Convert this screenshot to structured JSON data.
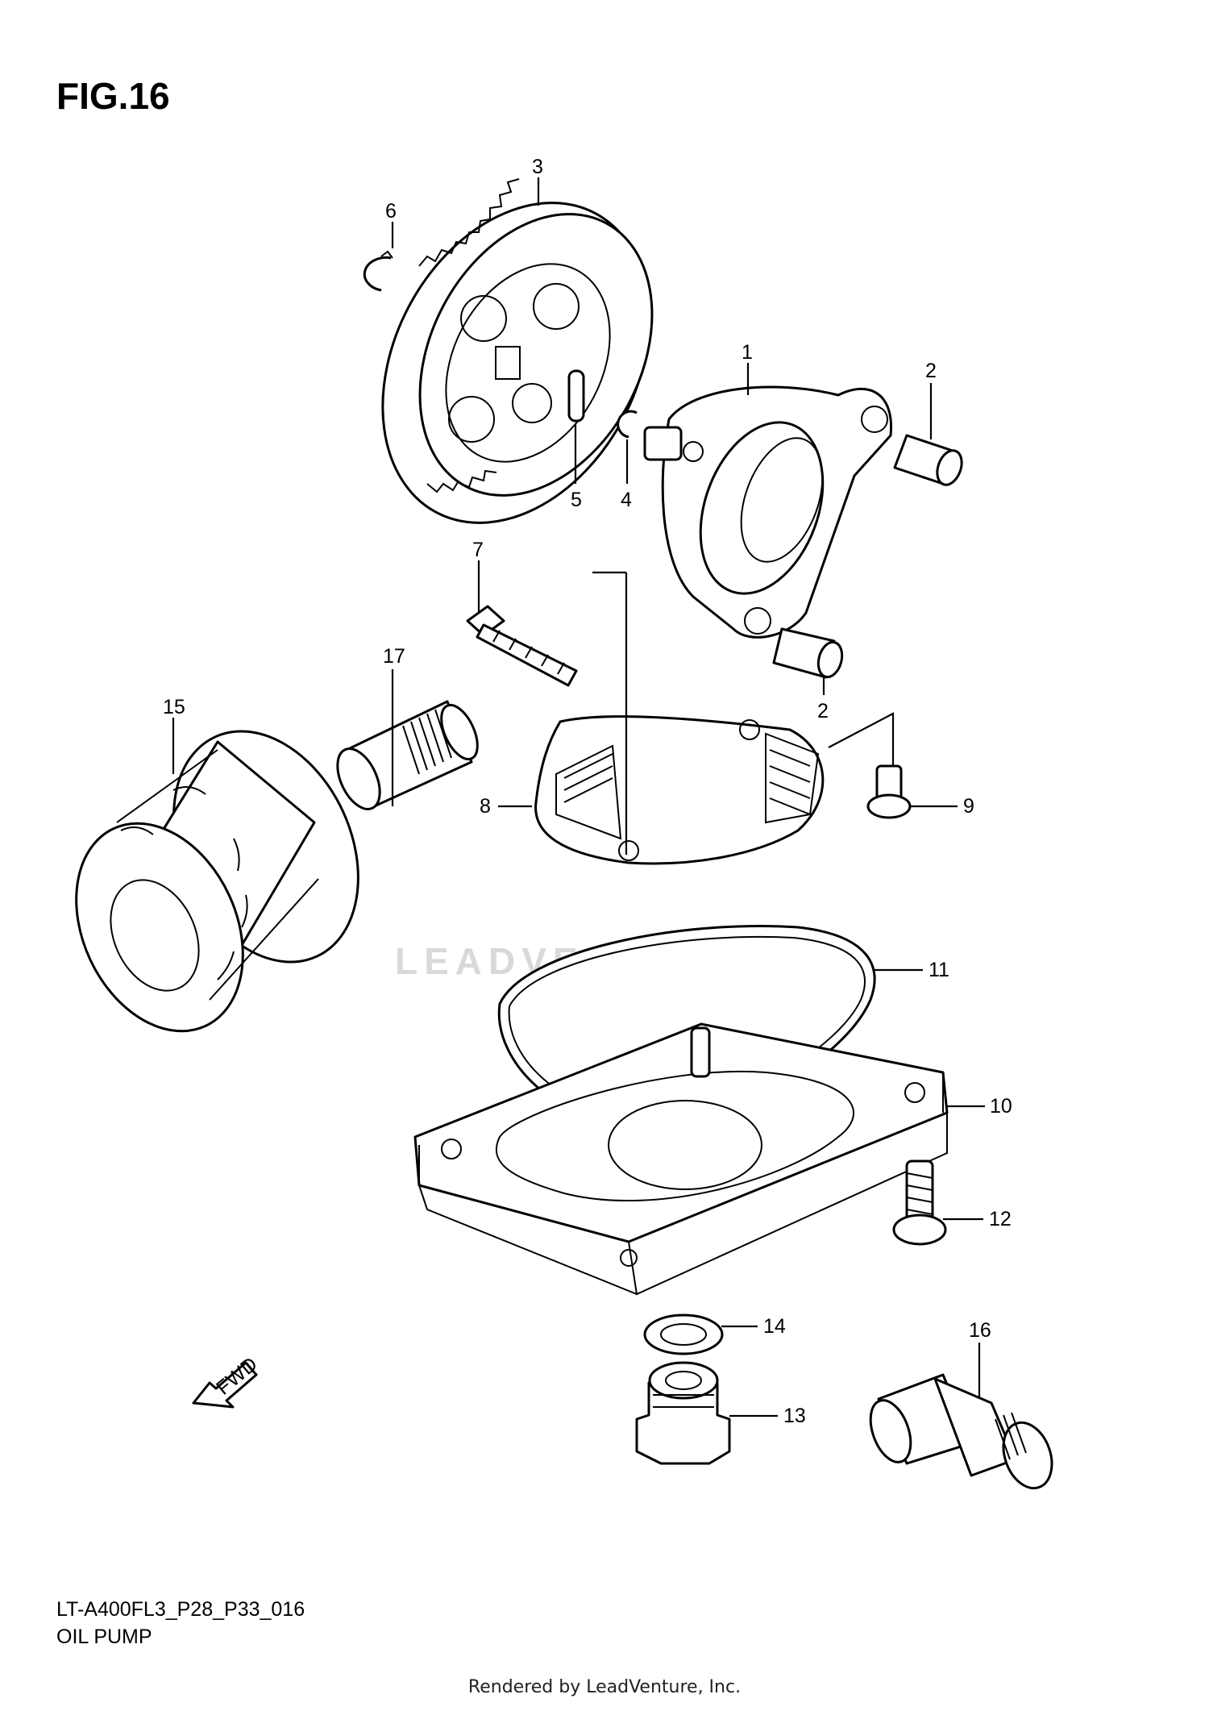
{
  "figure": {
    "title": "FIG.16",
    "code": "LT-A400FL3_P28_P33_016",
    "name": "OIL PUMP"
  },
  "watermark": "LEADVENTURE",
  "fwd_label": "FWD",
  "rendered_by": "Rendered by LeadVenture, Inc.",
  "callouts": [
    {
      "id": "c1",
      "label": "1"
    },
    {
      "id": "c2a",
      "label": "2"
    },
    {
      "id": "c2b",
      "label": "2"
    },
    {
      "id": "c3",
      "label": "3"
    },
    {
      "id": "c4",
      "label": "4"
    },
    {
      "id": "c5",
      "label": "5"
    },
    {
      "id": "c6",
      "label": "6"
    },
    {
      "id": "c7",
      "label": "7"
    },
    {
      "id": "c8",
      "label": "8"
    },
    {
      "id": "c9",
      "label": "9"
    },
    {
      "id": "c10",
      "label": "10"
    },
    {
      "id": "c11",
      "label": "11"
    },
    {
      "id": "c12",
      "label": "12"
    },
    {
      "id": "c13",
      "label": "13"
    },
    {
      "id": "c14",
      "label": "14"
    },
    {
      "id": "c15",
      "label": "15"
    },
    {
      "id": "c16",
      "label": "16"
    },
    {
      "id": "c17",
      "label": "17"
    }
  ]
}
